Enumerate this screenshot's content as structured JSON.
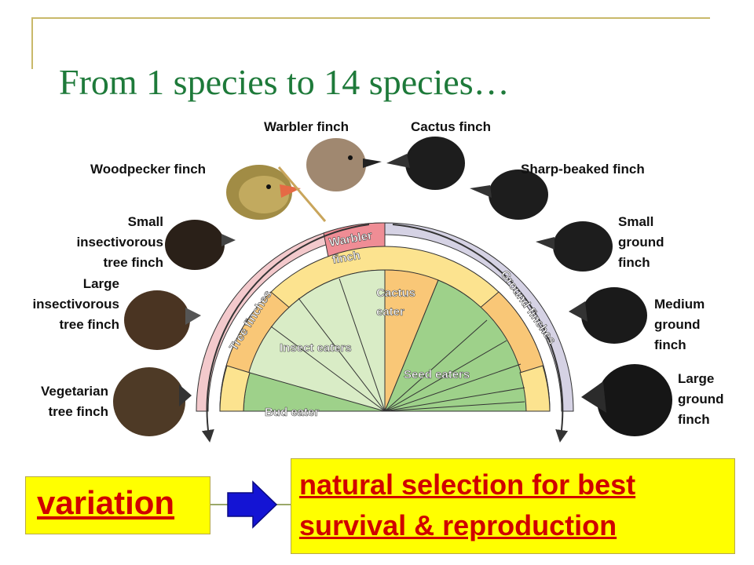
{
  "title": "From 1 species to 14 species…",
  "finch_labels": {
    "warbler": "Warbler finch",
    "cactus": "Cactus finch",
    "woodpecker": "Woodpecker finch",
    "sharp_beaked": "Sharp-beaked finch",
    "small_insect": [
      "Small",
      "insectivorous",
      "tree finch"
    ],
    "small_ground": [
      "Small",
      "ground",
      "finch"
    ],
    "large_insect": [
      "Large",
      "insectivorous",
      "tree finch"
    ],
    "medium_ground": [
      "Medium",
      "ground",
      "finch"
    ],
    "vegetarian": [
      "Vegetarian",
      "tree finch"
    ],
    "large_ground": [
      "Large",
      "ground",
      "finch"
    ]
  },
  "diagram": {
    "tree_finches": "Tree finches",
    "ground_finches": "Ground finches",
    "warbler_finch": [
      "Warbler",
      "finch"
    ],
    "cactus_eater": [
      "Cactus",
      "eater"
    ],
    "insect_eaters": "Insect eaters",
    "seed_eaters": "Seed eaters",
    "bud_eater": "Bud eater"
  },
  "colors": {
    "title_green": "#1e7a3a",
    "box_yellow": "#ffff00",
    "text_red": "#d00000",
    "arrow_blue": "#1414d4"
  },
  "flow": {
    "variation": "variation",
    "selection_line1": "natural selection for best",
    "selection_line2": "survival & reproduction"
  }
}
